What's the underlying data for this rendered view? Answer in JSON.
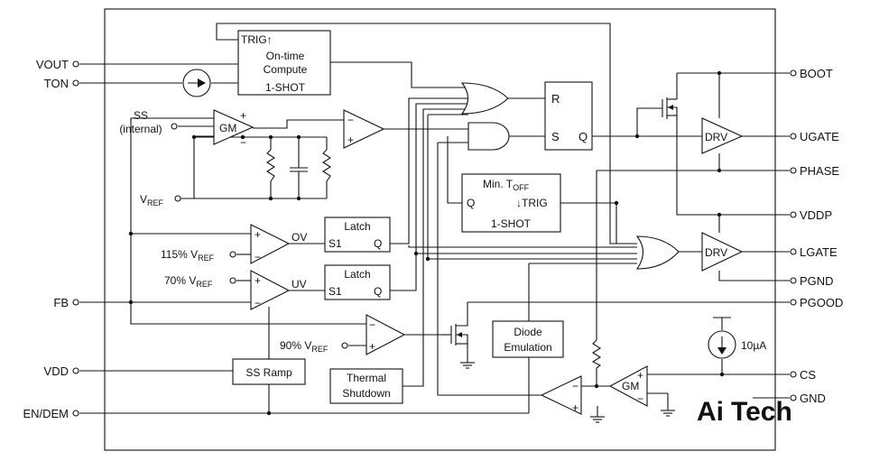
{
  "pins_left": {
    "vout": "VOUT",
    "ton": "TON",
    "fb": "FB",
    "vdd": "VDD",
    "en_dem": "EN/DEM"
  },
  "pins_right": {
    "boot": "BOOT",
    "ugate": "UGATE",
    "phase": "PHASE",
    "vddp": "VDDP",
    "lgate": "LGATE",
    "pgnd": "PGND",
    "pgood": "PGOOD",
    "cs": "CS",
    "gnd": "GND"
  },
  "blocks": {
    "ontime_trig": "TRIG↑",
    "ontime_line1": "On-time",
    "ontime_line2": "Compute",
    "ontime_line3": "1-SHOT",
    "latch_title": "Latch",
    "latch_s1": "S1",
    "latch_q": "Q",
    "minoff_title_main": "Min. T",
    "minoff_title_sub": "OFF",
    "minoff_q": "Q",
    "minoff_trig": "↓TRIG",
    "minoff_oneshot": "1-SHOT",
    "ssramp": "SS Ramp",
    "thermal_line1": "Thermal",
    "thermal_line2": "Shutdown",
    "diode_line1": "Diode",
    "diode_line2": "Emulation",
    "drv": "DRV",
    "gm": "GM",
    "ff_r": "R",
    "ff_s": "S",
    "ff_q": "Q"
  },
  "labels": {
    "ss_line1": "SS",
    "ss_line2": "(internal)",
    "vref_main": "V",
    "vref_sub": "REF",
    "ov_pct": "115% V",
    "uv_pct": "70% V",
    "pg_pct": "90% V",
    "ov": "OV",
    "uv": "UV",
    "current_source": "10µA",
    "plus": "+",
    "minus": "−"
  },
  "watermark": {
    "ai": "Ai",
    "tech": "Tech",
    "ai_color": "#3aa345",
    "tech_color": "#555555"
  }
}
